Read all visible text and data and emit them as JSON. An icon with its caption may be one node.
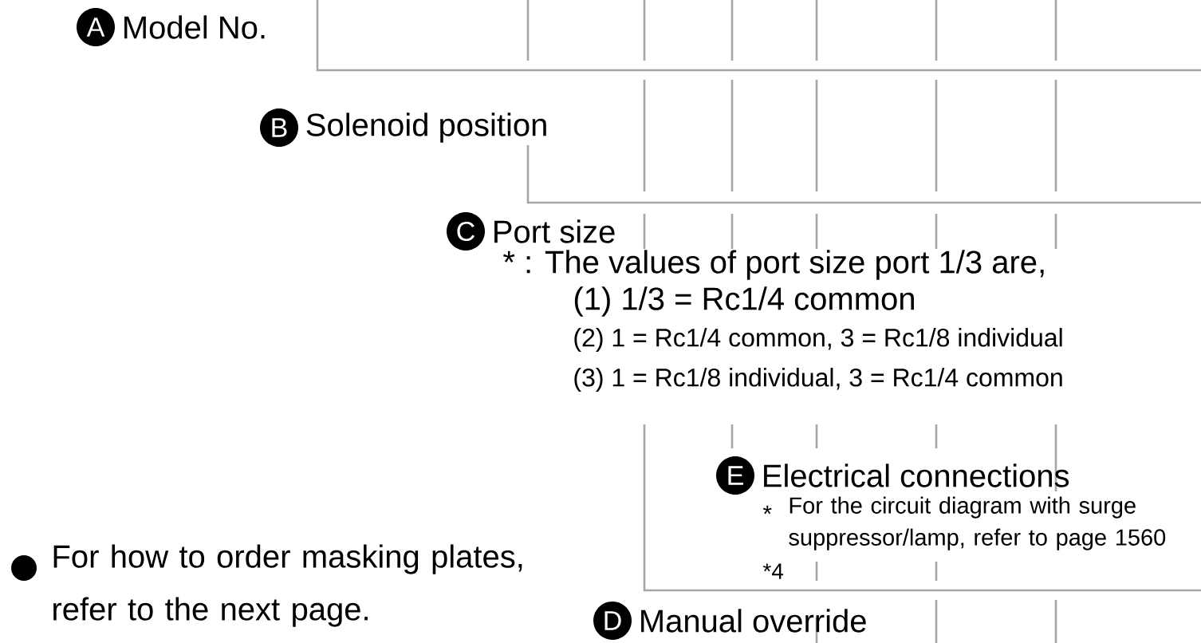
{
  "diagram": {
    "nodes": [
      {
        "text": [
          "A"
        ],
        "beside": [
          "Model No."
        ]
      },
      {
        "text": [
          "B"
        ],
        "beside": [
          "Solenoid position"
        ]
      },
      {
        "text": [
          "C"
        ],
        "beside": [
          "Port size"
        ]
      },
      {
        "text": [
          "E"
        ],
        "beside": [
          "Electrical connections"
        ]
      },
      {
        "text": [
          "D"
        ],
        "beside": [
          "Manual override"
        ]
      }
    ],
    "labels": [
      "* : The values of port size port 1/3 are,",
      "(1) 1/3 = Rc1/4 common",
      "(2) 1  = Rc1/4 common, 3 = Rc1/8 individual",
      "(3) 1  = Rc1/8 individual, 3 = Rc1/4 common",
      "*",
      "For the circuit diagram with surge suppressor/lamp, refer to page 1560",
      "*4",
      "For how to order masking plates, refer to the next page."
    ]
  }
}
